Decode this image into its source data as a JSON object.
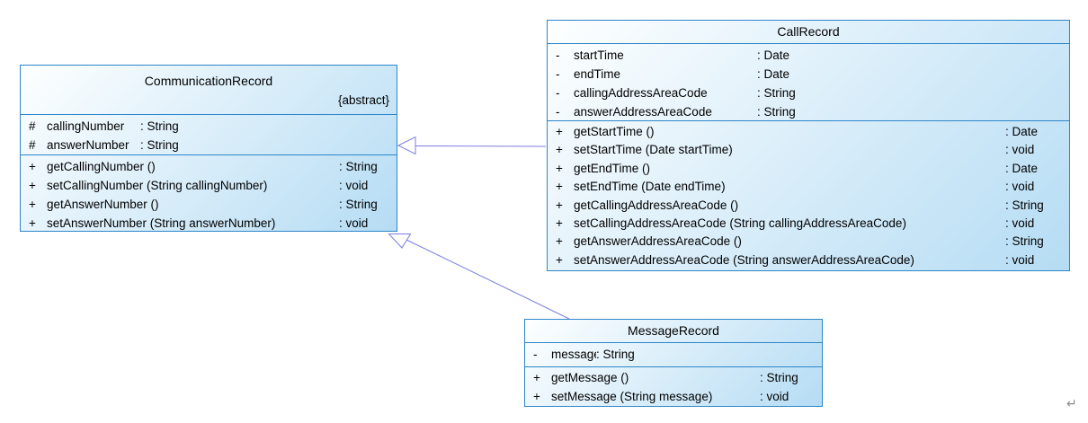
{
  "diagram": {
    "colors": {
      "box_border": "#2e86c9",
      "box_fill_start": "#feffff",
      "box_fill_end": "#b5dcf4",
      "connector": "#7d7de1",
      "arrowhead_fill": "#ffffff",
      "return_mark_color": "#8c8c8c"
    },
    "classes": [
      {
        "name": "CommunicationRecord",
        "stereotype": "{abstract}",
        "attributes": [
          {
            "vis": "#",
            "name": "callingNumber",
            "type": ": String"
          },
          {
            "vis": "#",
            "name": "answerNumber",
            "type": ": String"
          }
        ],
        "methods": [
          {
            "vis": "+",
            "name": "getCallingNumber ()",
            "type": ": String"
          },
          {
            "vis": "+",
            "name": "setCallingNumber (String callingNumber)",
            "type": ": void"
          },
          {
            "vis": "+",
            "name": "getAnswerNumber ()",
            "type": ": String"
          },
          {
            "vis": "+",
            "name": "setAnswerNumber (String answerNumber)",
            "type": ": void"
          }
        ]
      },
      {
        "name": "CallRecord",
        "attributes": [
          {
            "vis": "-",
            "name": "startTime",
            "type": ": Date"
          },
          {
            "vis": "-",
            "name": "endTime",
            "type": ": Date"
          },
          {
            "vis": "-",
            "name": "callingAddressAreaCode",
            "type": ": String"
          },
          {
            "vis": "-",
            "name": "answerAddressAreaCode",
            "type": ": String"
          }
        ],
        "methods": [
          {
            "vis": "+",
            "name": "getStartTime ()",
            "type": ": Date"
          },
          {
            "vis": "+",
            "name": "setStartTime (Date startTime)",
            "type": ": void"
          },
          {
            "vis": "+",
            "name": "getEndTime ()",
            "type": ": Date"
          },
          {
            "vis": "+",
            "name": "setEndTime (Date endTime)",
            "type": ": void"
          },
          {
            "vis": "+",
            "name": "getCallingAddressAreaCode ()",
            "type": ": String"
          },
          {
            "vis": "+",
            "name": "setCallingAddressAreaCode (String callingAddressAreaCode)",
            "type": ": void"
          },
          {
            "vis": "+",
            "name": "getAnswerAddressAreaCode ()",
            "type": ": String"
          },
          {
            "vis": "+",
            "name": "setAnswerAddressAreaCode (String answerAddressAreaCode)",
            "type": ": void"
          }
        ]
      },
      {
        "name": "MessageRecord",
        "attributes": [
          {
            "vis": "-",
            "name": "message",
            "type": ": String"
          }
        ],
        "methods": [
          {
            "vis": "+",
            "name": "getMessage ()",
            "type": ": String"
          },
          {
            "vis": "+",
            "name": "setMessage (String message)",
            "type": ": void"
          }
        ]
      }
    ],
    "relations": [
      {
        "type": "generalization",
        "from": "CallRecord",
        "to": "CommunicationRecord"
      },
      {
        "type": "generalization",
        "from": "MessageRecord",
        "to": "CommunicationRecord"
      }
    ],
    "return_mark": "↵"
  }
}
